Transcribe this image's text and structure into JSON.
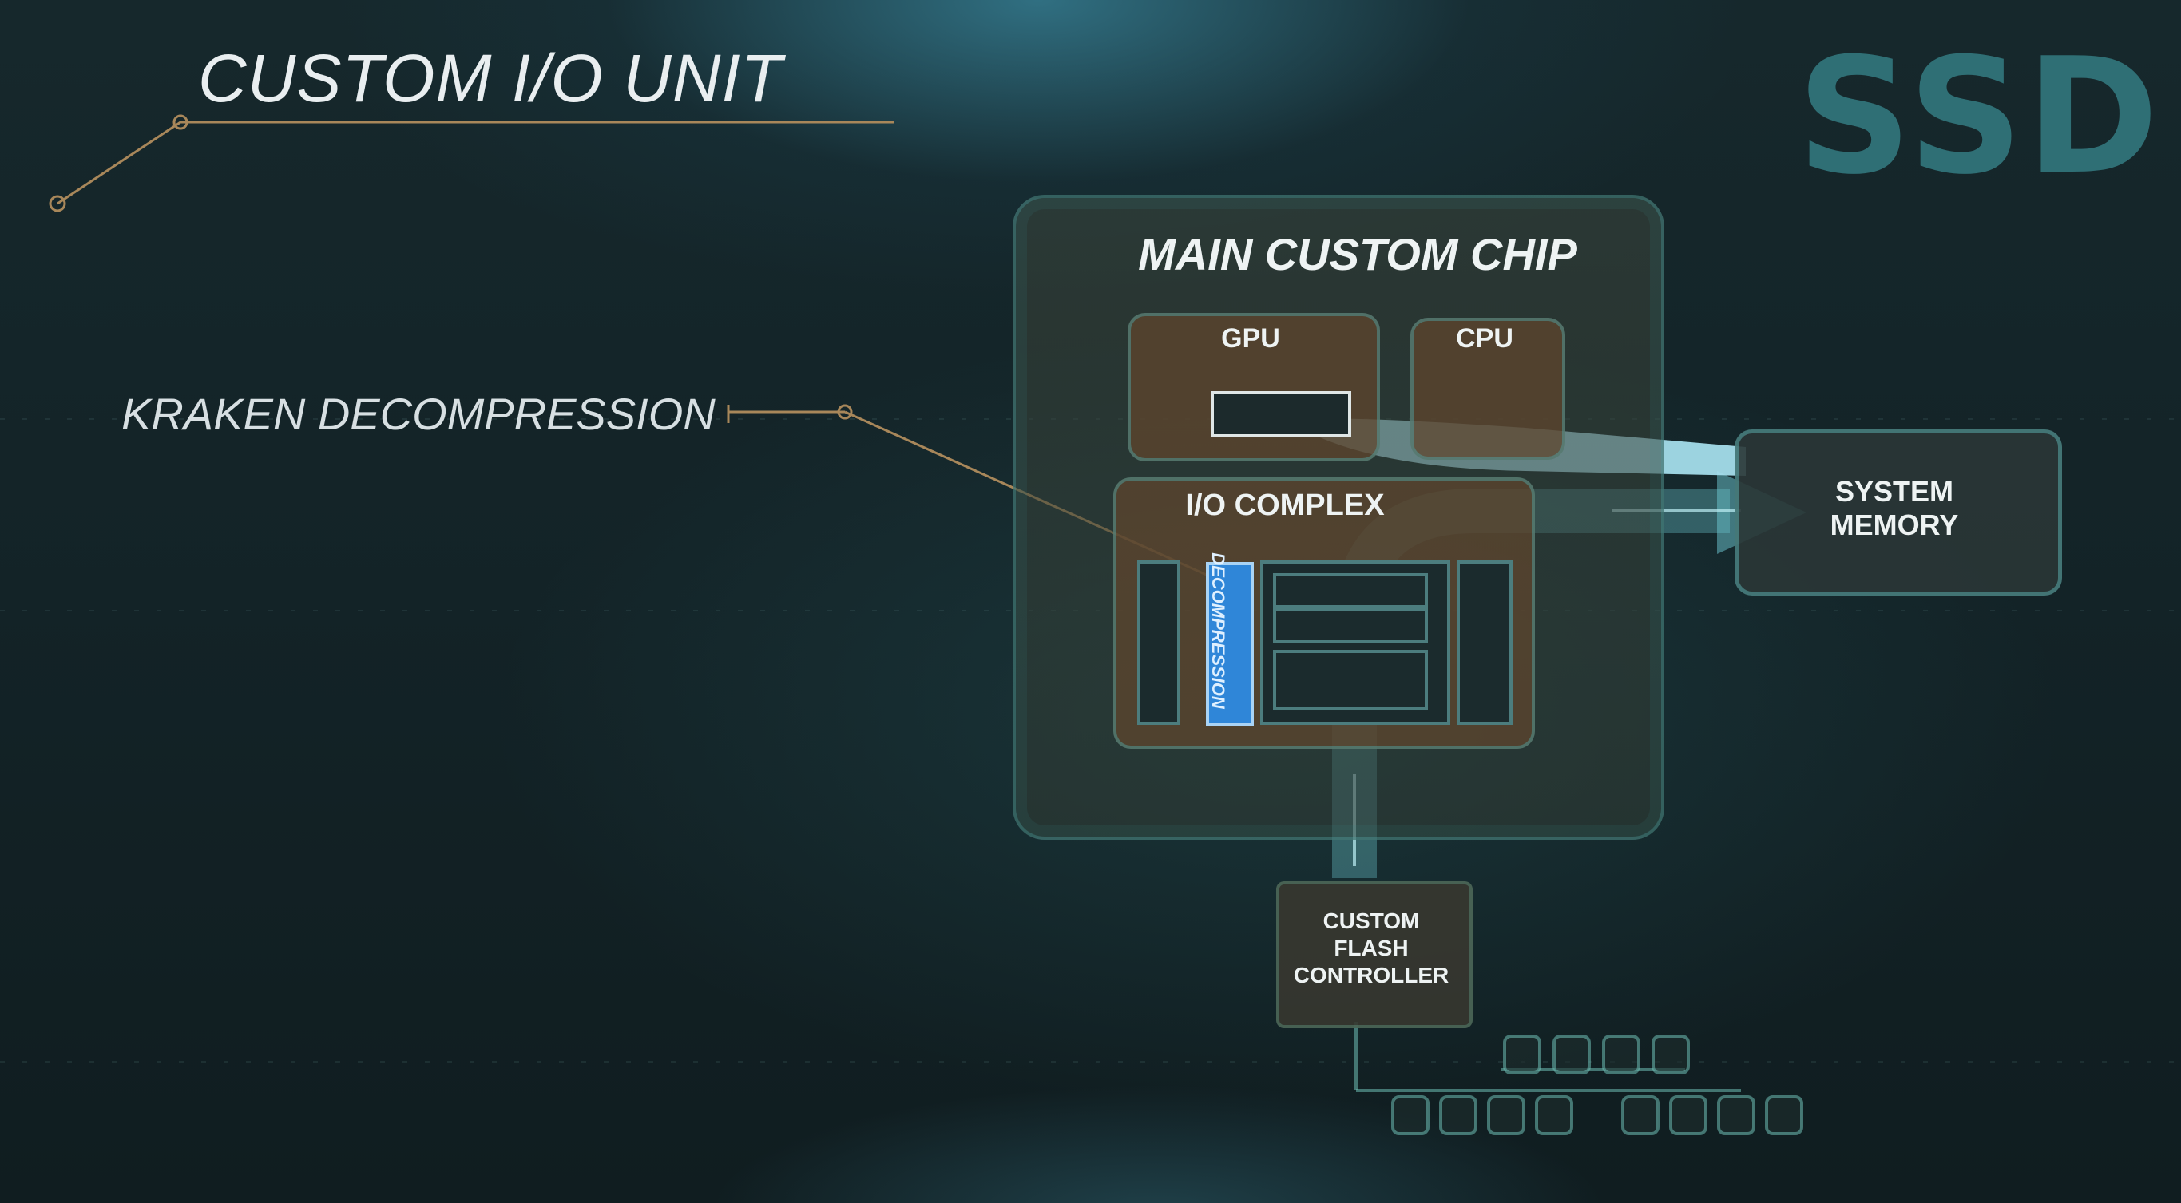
{
  "title": "CUSTOM I/O UNIT",
  "brand": "SSD",
  "callout": "KRAKEN DECOMPRESSION",
  "chip": {
    "title": "MAIN CUSTOM CHIP",
    "gpu": "GPU",
    "cpu": "CPU",
    "io_complex": "I/O COMPLEX",
    "decompression": "DECOMPRESSION"
  },
  "system_memory": [
    "SYSTEM",
    "MEMORY"
  ],
  "flash_controller": [
    "CUSTOM",
    "FLASH",
    "CONTROLLER"
  ],
  "colors": {
    "accent_teal": "#5fb4c8",
    "flow_light": "#a8e2f0",
    "callout_line": "#a8875a",
    "decompression_block": "#2f86d8"
  }
}
